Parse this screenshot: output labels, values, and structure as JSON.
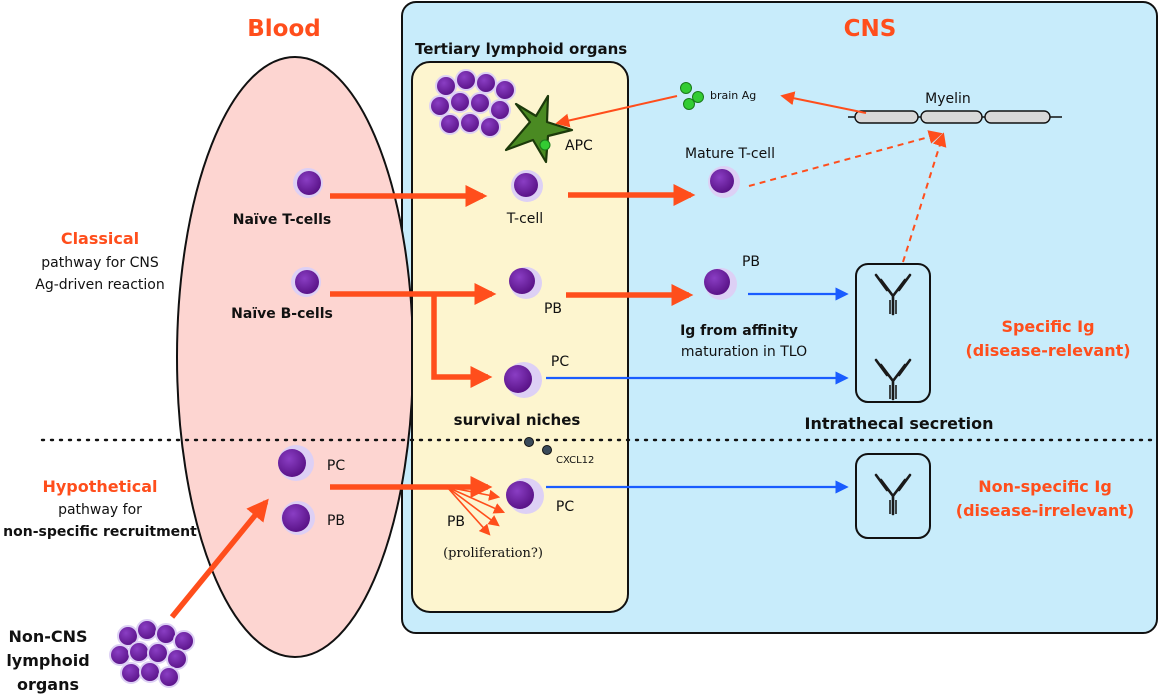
{
  "colors": {
    "accent_red": "#ff4e1c",
    "arrow_blue": "#1a5cff",
    "cns_fill": "#c8ecfb",
    "tlo_fill": "#fdf5cf",
    "blood_fill": "#fdd5d1",
    "cell_purple": "#6b1fa0",
    "cell_halo": "#ddd0f5",
    "apc_green": "#3c6b1a",
    "antigen_green": "#33cc33"
  },
  "regions": {
    "blood": "Blood",
    "cns": "CNS",
    "tlo": "Tertiary lymphoid organs"
  },
  "labels": {
    "classical_title": "Classical",
    "classical_line2": "pathway for CNS",
    "classical_line3": "Ag-driven reaction",
    "hypothetical_title": "Hypothetical",
    "hypothetical_line2": "pathway for",
    "hypothetical_line3": "non-specific recruitment",
    "naive_t": "Naïve T-cells",
    "naive_b": "Naïve B-cells",
    "t_cell": "T-cell",
    "apc": "APC",
    "brain_ag": "brain Ag",
    "myelin": "Myelin",
    "mature_t": "Mature T-cell",
    "pb": "PB",
    "pc": "PC",
    "ig_affinity_line1": "Ig from affinity",
    "ig_affinity_line2": "maturation in TLO",
    "survival_niches": "survival niches",
    "cxcl12": "CXCL12",
    "intrathecal": "Intrathecal secretion",
    "specific_line1": "Specific Ig",
    "specific_line2": "(disease-relevant)",
    "nonspecific_line1": "Non-specific Ig",
    "nonspecific_line2": "(disease-irrelevant)",
    "proliferation": "(proliferation?)",
    "noncns_line1": "Non-CNS",
    "noncns_line2": "lymphoid",
    "noncns_line3": "organs"
  },
  "icons": [
    "antibody-icon",
    "apc-star-icon",
    "myelin-fiber-icon",
    "cell-cluster-icon"
  ]
}
